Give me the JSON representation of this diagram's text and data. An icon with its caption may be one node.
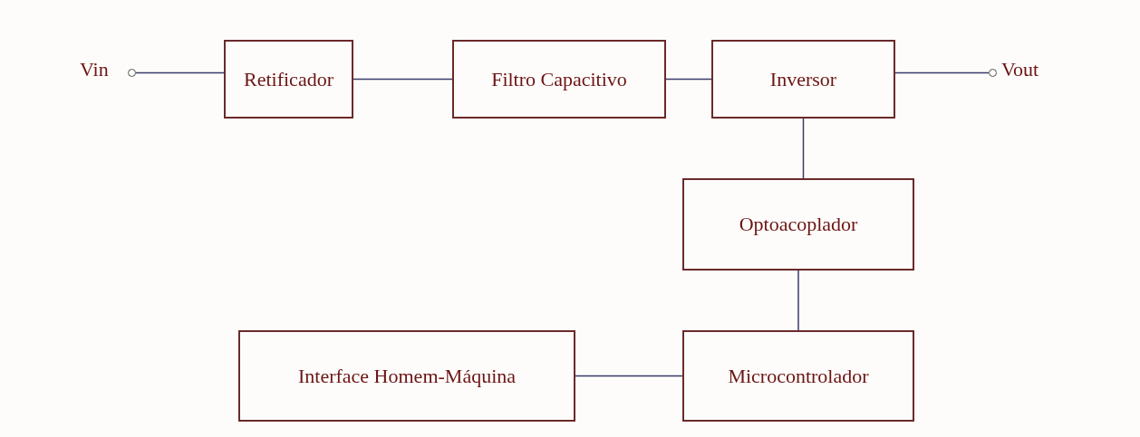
{
  "diagram": {
    "nodes": [
      {
        "text": [],
        "shape": "circle",
        "beside": [
          "Vin"
        ]
      },
      {
        "text": [
          "Retificador"
        ]
      },
      {
        "text": [
          "Filtro Capacitivo"
        ]
      },
      {
        "text": [
          "Inversor"
        ]
      },
      {
        "text": [],
        "shape": "circle",
        "beside": [
          "Vout"
        ]
      },
      {
        "text": [
          "Optoacoplador"
        ]
      },
      {
        "text": [
          "Interface Homem-Máquina"
        ]
      },
      {
        "text": [
          "Microcontrolador"
        ]
      }
    ],
    "edges": [
      {
        "from": 0,
        "to": 1,
        "arrow": "none"
      },
      {
        "from": 1,
        "to": 2,
        "arrow": "none"
      },
      {
        "from": 2,
        "to": 3,
        "arrow": "none"
      },
      {
        "from": 3,
        "to": 4,
        "arrow": "none"
      },
      {
        "from": 3,
        "to": 5,
        "arrow": "none"
      },
      {
        "from": 5,
        "to": 7,
        "arrow": "none"
      },
      {
        "from": 6,
        "to": 7,
        "arrow": "none"
      }
    ]
  }
}
